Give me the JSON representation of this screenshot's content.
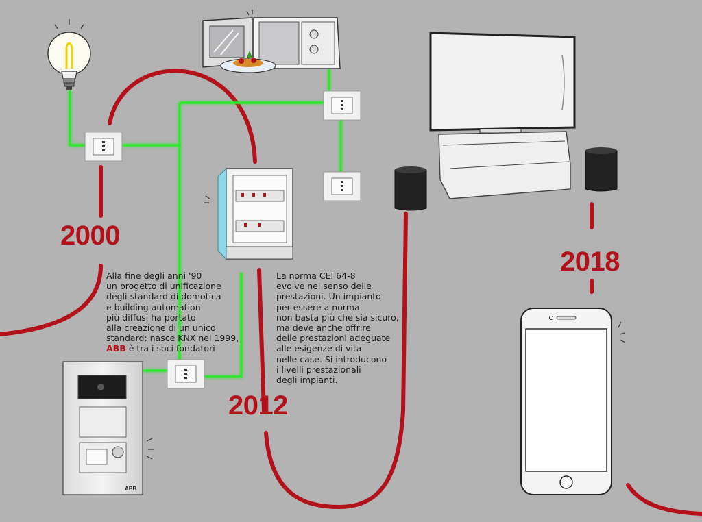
{
  "colors": {
    "background": "#b3b3b3",
    "timeline_red": "#b3121b",
    "wire_green": "#2ee82e",
    "text": "#1b1b1b"
  },
  "years": {
    "y2000": "2000",
    "y2012": "2012",
    "y2018": "2018"
  },
  "text_2000": {
    "lines": [
      "Alla fine degli anni '90",
      "un progetto di unificazione",
      "degli standard di domotica",
      "e building automation",
      "più diffusi ha portato",
      "alla creazione di un unico",
      "standard: nasce KNX nel 1999,"
    ],
    "brand": "ABB",
    "last_line_rest": " è tra i soci fondatori"
  },
  "text_2012": {
    "lines": [
      "La norma CEI 64-8",
      "evolve nel senso delle",
      "prestazioni. Un impianto",
      "per essere a norma",
      "non basta più che sia sicuro,",
      "ma deve anche offrire",
      "delle prestazioni adeguate",
      "alle esigenze di vita",
      "nelle case. Si introducono",
      "i livelli prestazionali",
      "degli impianti."
    ]
  },
  "illustrations": {
    "bulb": "light-bulb-icon",
    "microwave": "microwave-icon",
    "plate": "food-plate-icon",
    "electrical_panel": "electrical-panel-icon",
    "intercom": "door-intercom-icon",
    "tv": "television-icon",
    "soundbar": "soundbar-icon",
    "speaker": "speaker-icon",
    "smartphone": "smartphone-icon",
    "switch": "wall-switch-icon",
    "intercom_brand": "ABB"
  }
}
